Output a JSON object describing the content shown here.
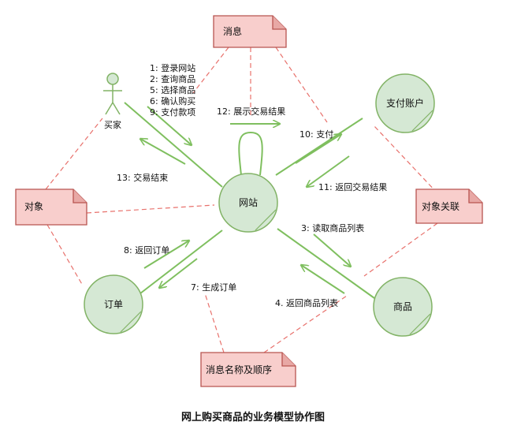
{
  "caption": "网上购买商品的业务模型协作图",
  "colors": {
    "node_fill": "#d5e8d4",
    "node_stroke": "#82b366",
    "arrow": "#7fbf5f",
    "note_fill": "#f8cecc",
    "note_stroke": "#b85450",
    "dashed": "#e8716c"
  },
  "actor": {
    "label": "买家"
  },
  "nodes": {
    "website": "网站",
    "payment": "支付账户",
    "order": "订单",
    "product": "商品"
  },
  "notes": {
    "message": "消息",
    "object": "对象",
    "association": "对象关联",
    "message_order": "消息名称及顺序"
  },
  "messages": {
    "buyer_to_site": [
      "1: 登录网站",
      "2: 查询商品",
      "5: 选择商品",
      "6: 确认购买",
      "9: 支付款项"
    ],
    "site_to_buyer": "13: 交易结束",
    "self": "12: 展示交易结果",
    "site_to_pay": "10: 支付",
    "pay_to_site": "11: 返回交易结果",
    "site_to_product": "3: 读取商品列表",
    "product_to_site": "4. 返回商品列表",
    "order_to_site": "8: 返回订单",
    "site_to_order": "7: 生成订单"
  }
}
